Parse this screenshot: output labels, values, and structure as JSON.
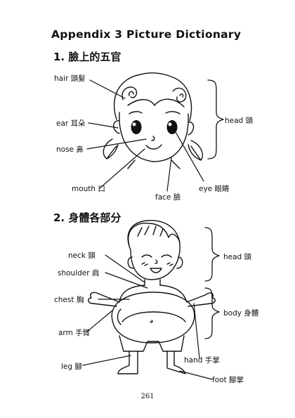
{
  "page": {
    "title": "Appendix 3   Picture Dictionary",
    "page_number": "261"
  },
  "section1": {
    "heading": "1. 臉上的五官",
    "labels": {
      "hair": "hair 頭髮",
      "ear": "ear 耳朵",
      "nose": "nose 鼻",
      "mouth": "mouth 口",
      "face": "face 臉",
      "eye": "eye 眼睛",
      "head": "head 頭"
    }
  },
  "section2": {
    "heading": "2. 身體各部分",
    "labels": {
      "neck": "neck 頸",
      "shoulder": "shoulder 肩",
      "chest": "chest 胸",
      "arm": "arm 手臂",
      "leg": "leg 腳",
      "hand": "hand 手掌",
      "foot": "foot 腳掌",
      "head": "head 頭",
      "body": "body 身體"
    }
  }
}
